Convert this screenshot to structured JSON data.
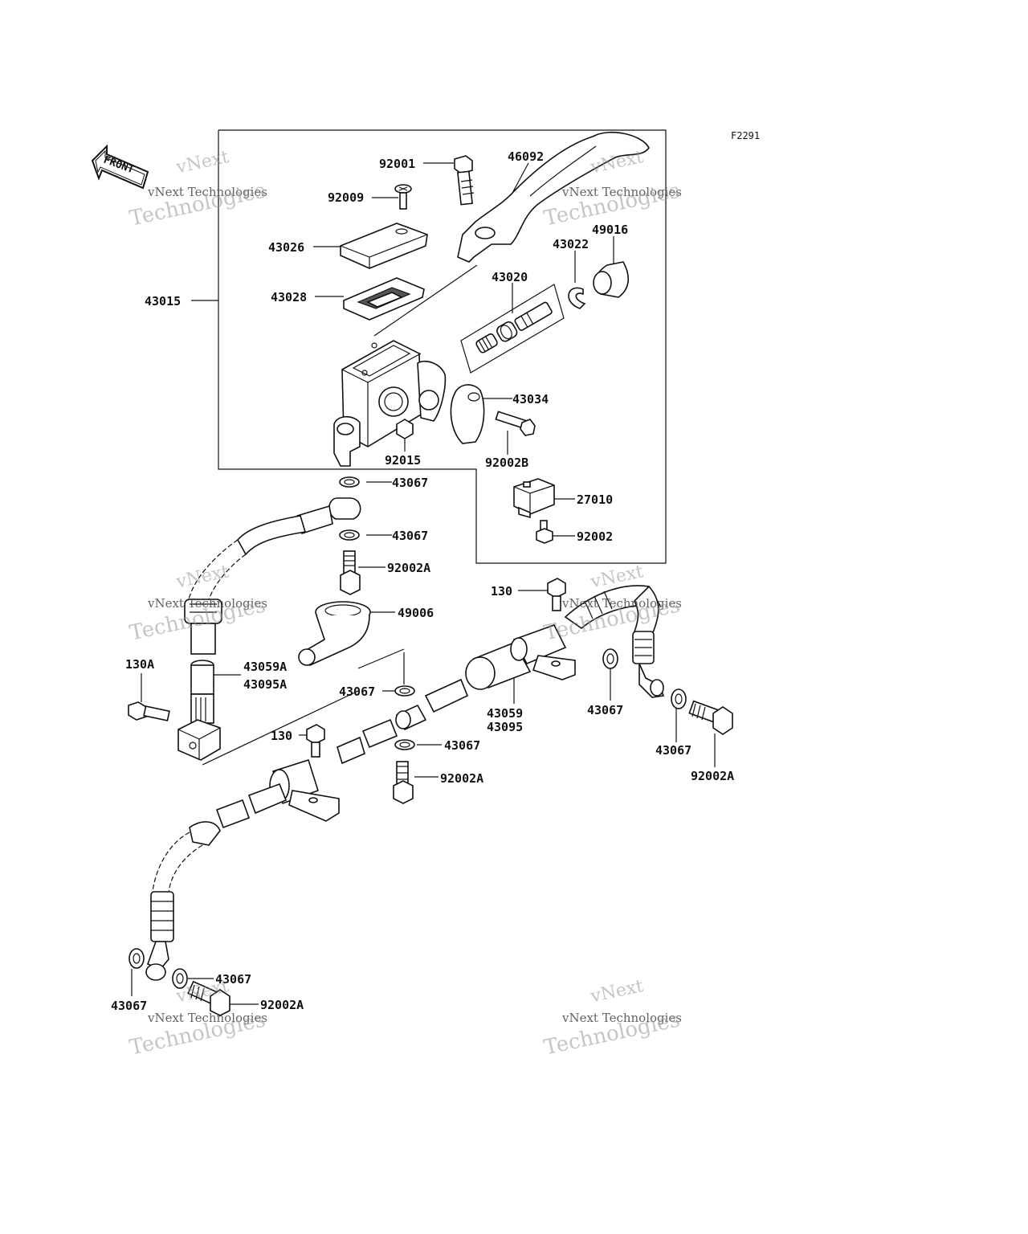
{
  "figure": {
    "code": "F2291",
    "front_label": "FRONT"
  },
  "watermark": {
    "line1": "vNext",
    "line2": "vNext Technologies",
    "line3": "Technologies",
    "color": "#9a9a9a"
  },
  "callouts": [
    {
      "id": "92001",
      "text": "92001"
    },
    {
      "id": "46092",
      "text": "46092"
    },
    {
      "id": "92009",
      "text": "92009"
    },
    {
      "id": "43026",
      "text": "43026"
    },
    {
      "id": "43022",
      "text": "43022"
    },
    {
      "id": "49016",
      "text": "49016"
    },
    {
      "id": "43020",
      "text": "43020"
    },
    {
      "id": "43015",
      "text": "43015"
    },
    {
      "id": "43028",
      "text": "43028"
    },
    {
      "id": "43034",
      "text": "43034"
    },
    {
      "id": "92015",
      "text": "92015"
    },
    {
      "id": "92002B",
      "text": "92002B"
    },
    {
      "id": "43067a",
      "text": "43067"
    },
    {
      "id": "27010",
      "text": "27010"
    },
    {
      "id": "43067b",
      "text": "43067"
    },
    {
      "id": "92002",
      "text": "92002"
    },
    {
      "id": "92002Aa",
      "text": "92002A"
    },
    {
      "id": "130a",
      "text": "130"
    },
    {
      "id": "49006",
      "text": "49006"
    },
    {
      "id": "130A",
      "text": "130A"
    },
    {
      "id": "43059A",
      "text": "43059A"
    },
    {
      "id": "43095A",
      "text": "43095A"
    },
    {
      "id": "43067c",
      "text": "43067"
    },
    {
      "id": "43059",
      "text": "43059"
    },
    {
      "id": "43095",
      "text": "43095"
    },
    {
      "id": "43067d",
      "text": "43067"
    },
    {
      "id": "130b",
      "text": "130"
    },
    {
      "id": "43067e",
      "text": "43067"
    },
    {
      "id": "43067f",
      "text": "43067"
    },
    {
      "id": "92002Ab",
      "text": "92002A"
    },
    {
      "id": "92002Ac",
      "text": "92002A"
    },
    {
      "id": "43067g",
      "text": "43067"
    },
    {
      "id": "43067h",
      "text": "43067"
    },
    {
      "id": "92002Ad",
      "text": "92002A"
    }
  ]
}
